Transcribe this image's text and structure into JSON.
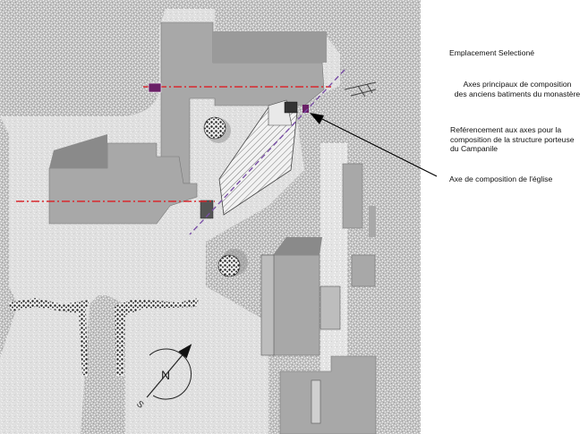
{
  "annotations": {
    "selected_location": "Emplacement Selectioné",
    "main_axes_line1": "Axes principaux de composition",
    "main_axes_line2": "des anciens batiments du monastère",
    "reference_line1": "Reférencement aux axes pour la",
    "reference_line2": "composition de la structure porteuse",
    "reference_line3": "du Campanile",
    "church_axis": "Axe de composition de l'église"
  },
  "colors": {
    "axis_red": "#d8282e",
    "axis_purple": "#7a4fa6",
    "marker_purple": "#6a1f66",
    "building_gray": "#a8a8a8",
    "building_shadow": "#8a8a8a",
    "ground_speckle": "#c9c9c9",
    "street_light": "#e6e6e6",
    "arrow": "#000000"
  },
  "icons": [
    "north-arrow-icon",
    "tree-icon"
  ]
}
